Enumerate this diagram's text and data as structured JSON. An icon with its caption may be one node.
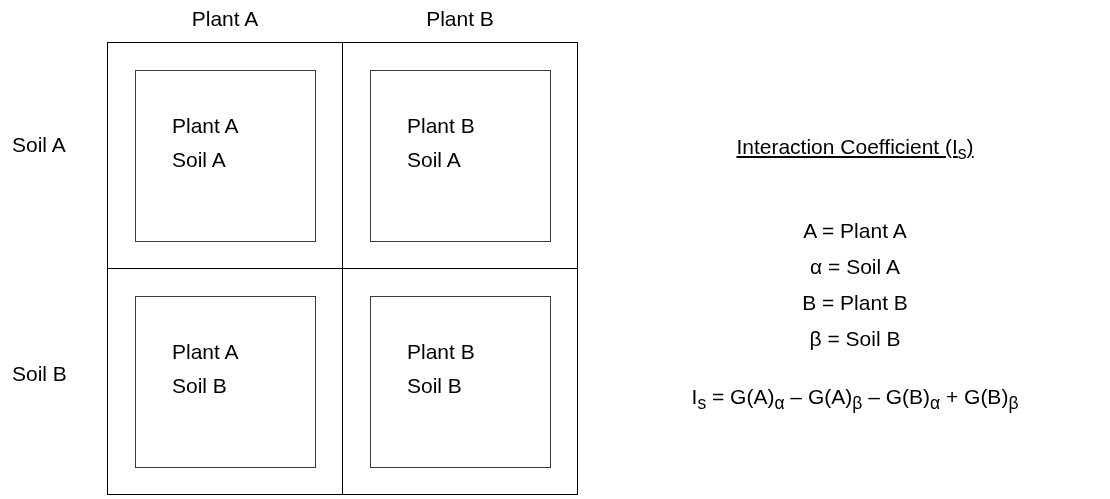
{
  "diagram": {
    "nodes": [
      {
        "text": [],
        "shape": "box"
      },
      {
        "text": [
          "Plant A",
          "Soil A"
        ],
        "in": 0
      },
      {
        "text": [],
        "shape": "box"
      },
      {
        "text": [
          "Plant B",
          "Soil A"
        ],
        "in": 2
      },
      {
        "text": [],
        "shape": "box"
      },
      {
        "text": [
          "Plant A",
          "Soil B"
        ],
        "in": 4
      },
      {
        "text": [],
        "shape": "box"
      },
      {
        "text": [
          "Plant B",
          "Soil B"
        ],
        "in": 6
      }
    ],
    "edges": [],
    "labels": [
      "Plant A",
      "Plant B",
      "Soil A",
      "Soil B",
      "Interaction Coefficient (I$_{s}$)",
      "A = Plant A",
      "α = Soil A",
      "B = Plant B",
      "β = Soil B",
      "I$_{s}$ = G(A)$_{α}$ – G(A)$_{β}$ – G(B)$_{α}$ + G(B)$_{β}$"
    ]
  }
}
